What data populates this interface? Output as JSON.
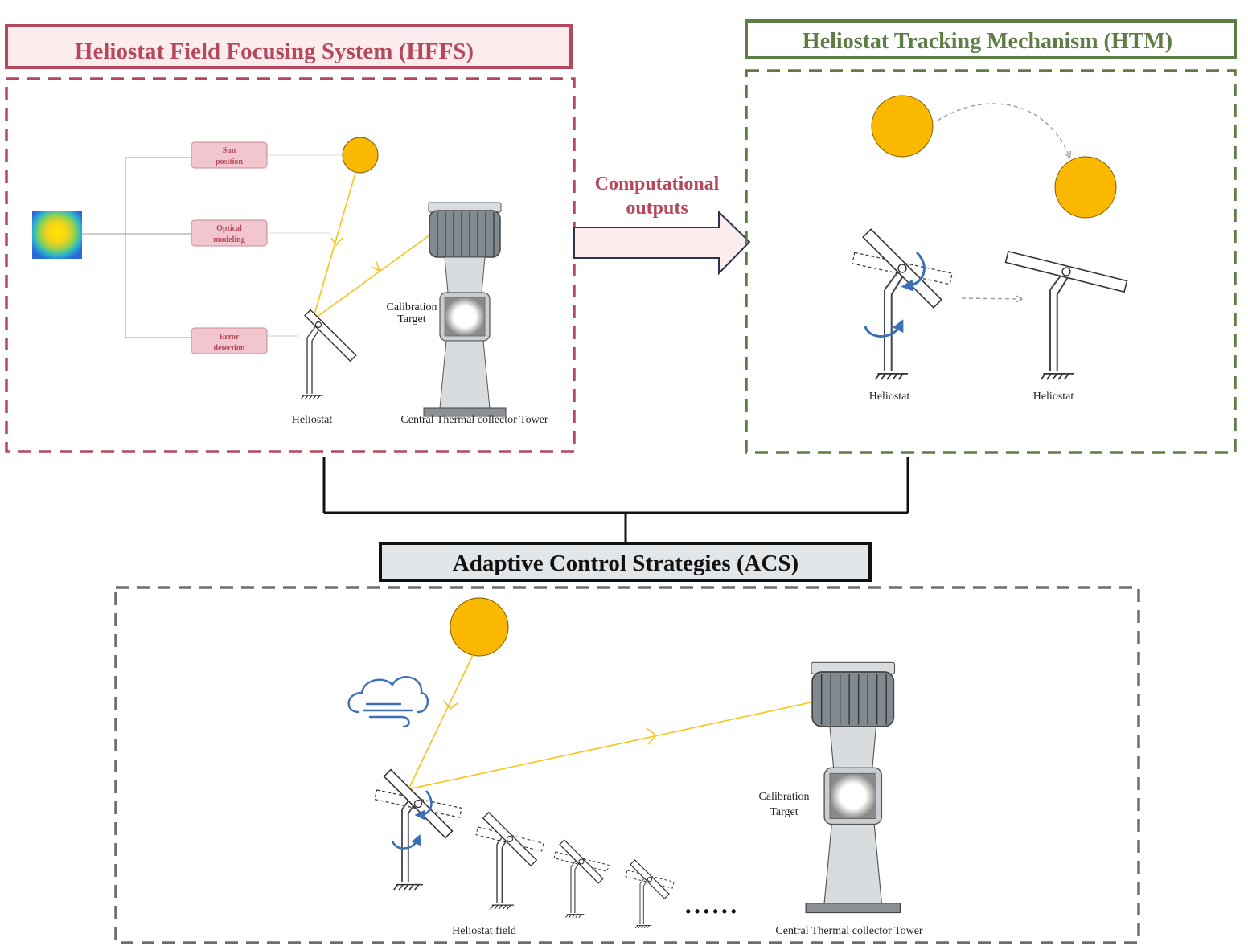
{
  "hffs": {
    "title": "Heliostat Field Focusing System (HFFS)",
    "steps": {
      "sun": [
        "Sun",
        "position"
      ],
      "optical": [
        "Optical",
        "modeling"
      ],
      "error": [
        "Error",
        "detection"
      ]
    },
    "calibration": [
      "Calibration",
      "Target"
    ],
    "heliostat": "Heliostat",
    "tower": "Central Thermal collector Tower"
  },
  "htm": {
    "title": "Heliostat Tracking Mechanism (HTM)",
    "heliostat_left": "Heliostat",
    "heliostat_right": "Heliostat"
  },
  "connector": {
    "label": [
      "Computational",
      "outputs"
    ]
  },
  "acs": {
    "title": "Adaptive Control Strategies (ACS)",
    "calibration": [
      "Calibration",
      "Target"
    ],
    "field": "Heliostat field",
    "tower": "Central Thermal collector Tower",
    "dots": "• • • • • •"
  },
  "colors": {
    "hffs": "#b5485a",
    "htm": "#5e7d45",
    "acs": "#6e6e6e",
    "sun": "#fbb800",
    "ray": "#f5c518",
    "rotate": "#3b6fb6"
  }
}
